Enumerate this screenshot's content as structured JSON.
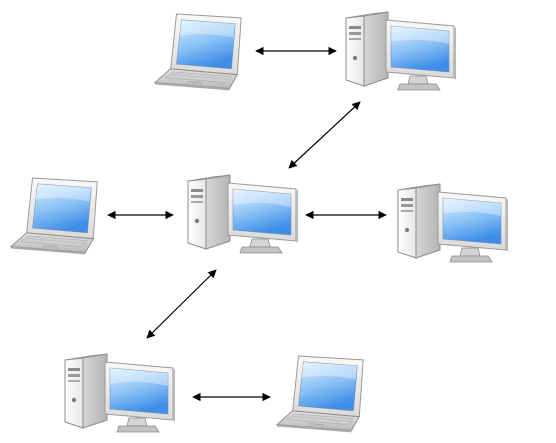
{
  "diagram": {
    "nodes": [
      {
        "id": "laptop-top",
        "kind": "laptop",
        "icon": "laptop-icon"
      },
      {
        "id": "desktop-top-right",
        "kind": "desktop",
        "icon": "desktop-computer-icon"
      },
      {
        "id": "laptop-middle-left",
        "kind": "laptop",
        "icon": "laptop-icon"
      },
      {
        "id": "desktop-center",
        "kind": "desktop",
        "icon": "desktop-computer-icon"
      },
      {
        "id": "desktop-middle-right",
        "kind": "desktop",
        "icon": "desktop-computer-icon"
      },
      {
        "id": "desktop-bottom-left",
        "kind": "desktop",
        "icon": "desktop-computer-icon"
      },
      {
        "id": "laptop-bottom-right",
        "kind": "laptop",
        "icon": "laptop-icon"
      }
    ],
    "links": [
      {
        "from": "laptop-top",
        "to": "desktop-top-right",
        "direction": "bidirectional"
      },
      {
        "from": "desktop-top-right",
        "to": "desktop-center",
        "direction": "bidirectional"
      },
      {
        "from": "laptop-middle-left",
        "to": "desktop-center",
        "direction": "bidirectional"
      },
      {
        "from": "desktop-center",
        "to": "desktop-middle-right",
        "direction": "bidirectional"
      },
      {
        "from": "desktop-center",
        "to": "desktop-bottom-left",
        "direction": "bidirectional"
      },
      {
        "from": "desktop-bottom-left",
        "to": "laptop-bottom-right",
        "direction": "bidirectional"
      }
    ],
    "colors": {
      "screen_light": "#dcefff",
      "screen_dark": "#3f8fe8",
      "case_light": "#f7f7f7",
      "case_dark": "#bcbcbc",
      "outline": "#8c8c8c",
      "arrow": "#000000"
    }
  }
}
